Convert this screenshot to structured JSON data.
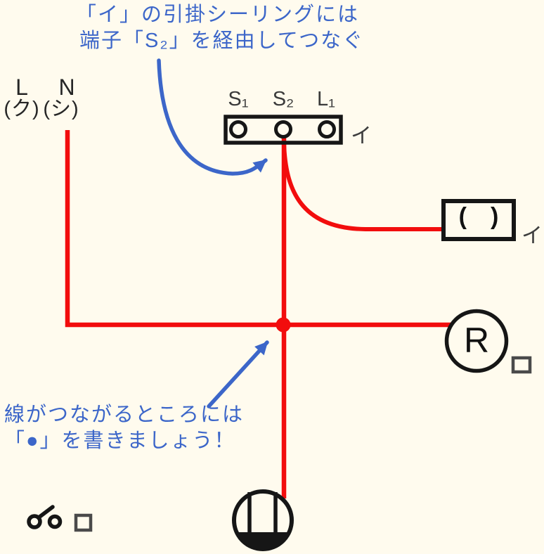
{
  "colors": {
    "background": "#FFFBEE",
    "wire": "#F20D0D",
    "annotation": "#3C66C9",
    "symbol": "#161616",
    "label": "#3A3A3A",
    "square": "#4A4A4A"
  },
  "notes": {
    "ceiling": {
      "line1": "「イ」の引掛シーリングには",
      "line2": "端子「S₂」を経由してつなぐ"
    },
    "junction": {
      "line1": "線がつながるところには",
      "line2": "「●」を書きましょう！"
    }
  },
  "power_source": {
    "live": "L",
    "live_kana": "(ク)",
    "neutral": "N",
    "neutral_kana": "(シ)"
  },
  "terminal_block": {
    "t1": "S₁",
    "t2": "S₂",
    "t3": "L₁",
    "circuit": "イ"
  },
  "answer_box": {
    "text": "(　)",
    "circuit": "イ"
  },
  "receptacle": {
    "label": "R"
  },
  "symbols": {
    "junction": "junction-dot",
    "switch": "switch-symbol",
    "ceiling_light": "ceiling-light-symbol",
    "answer_marks": "answer-placeholder-square"
  }
}
